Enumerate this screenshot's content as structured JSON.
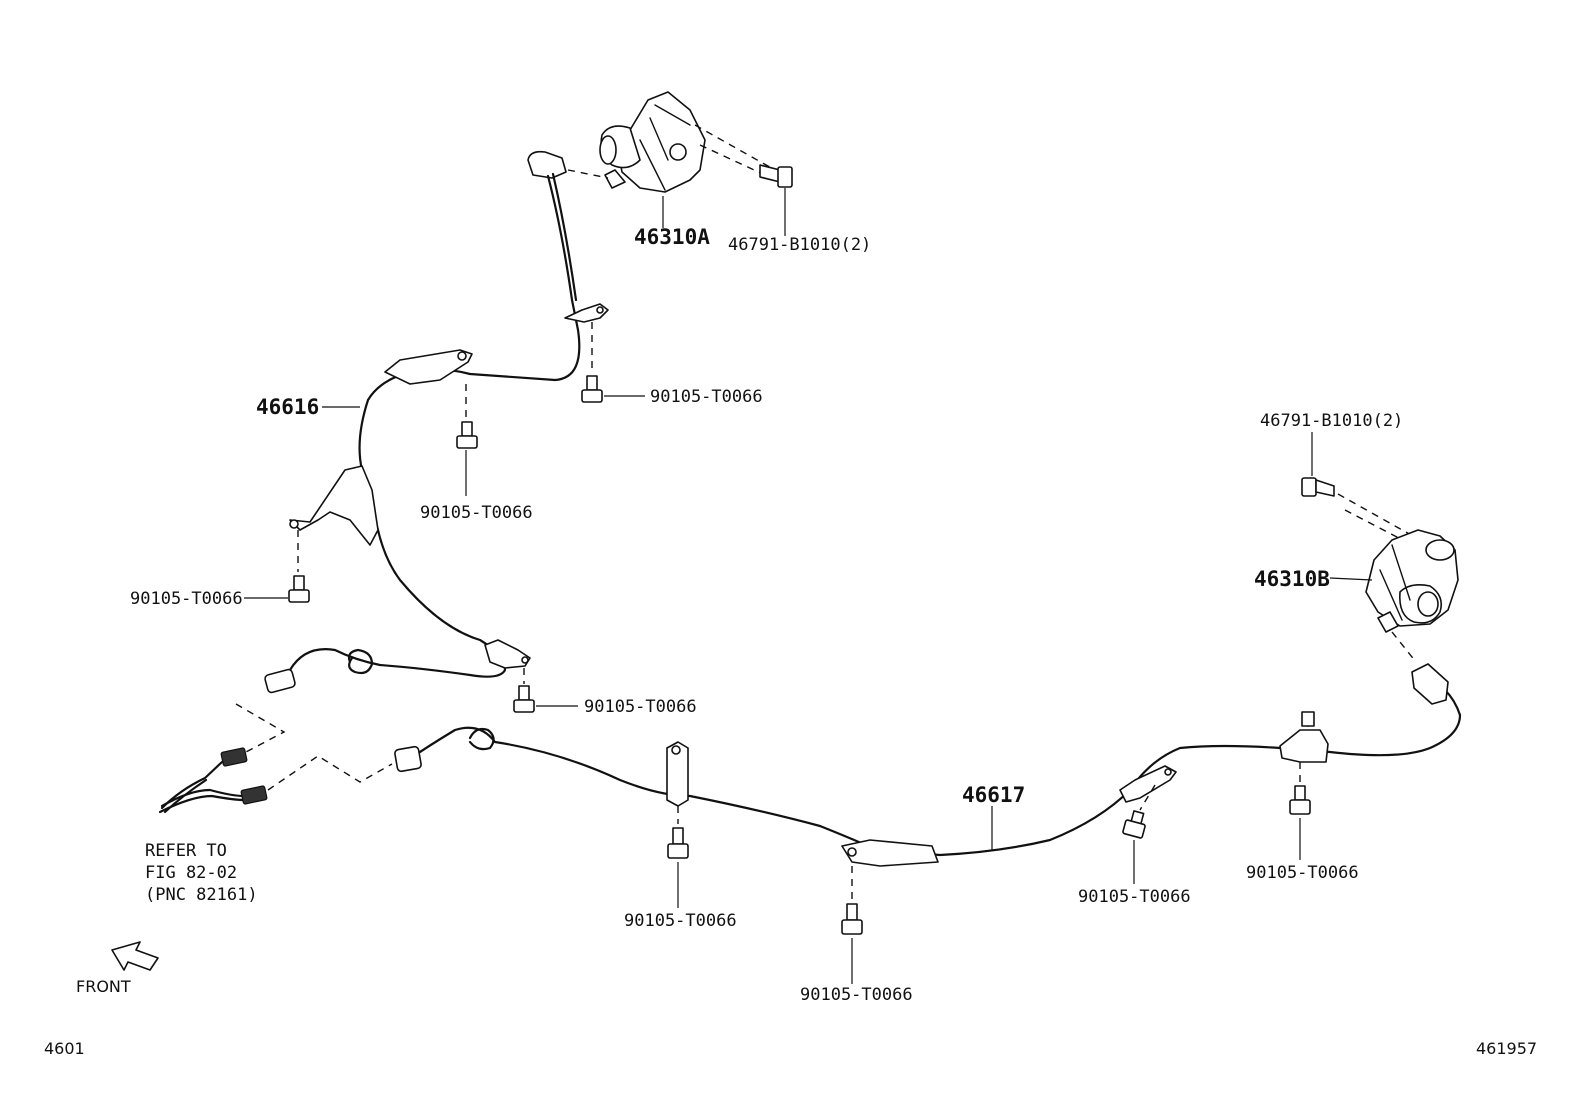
{
  "parts": {
    "actuator_a": "46310A",
    "actuator_b": "46310B",
    "harness_front": "46616",
    "harness_rear": "46617",
    "bolt_actuator": "46791-B1010(2)",
    "bolt_clamp": "90105-T0066"
  },
  "reference": {
    "line1": "REFER TO",
    "line2": "FIG 82-02",
    "line3": "(PNC 82161)"
  },
  "orientation": {
    "label": "FRONT"
  },
  "footer": {
    "fig_code": "4601",
    "illustration_no": "461957"
  }
}
